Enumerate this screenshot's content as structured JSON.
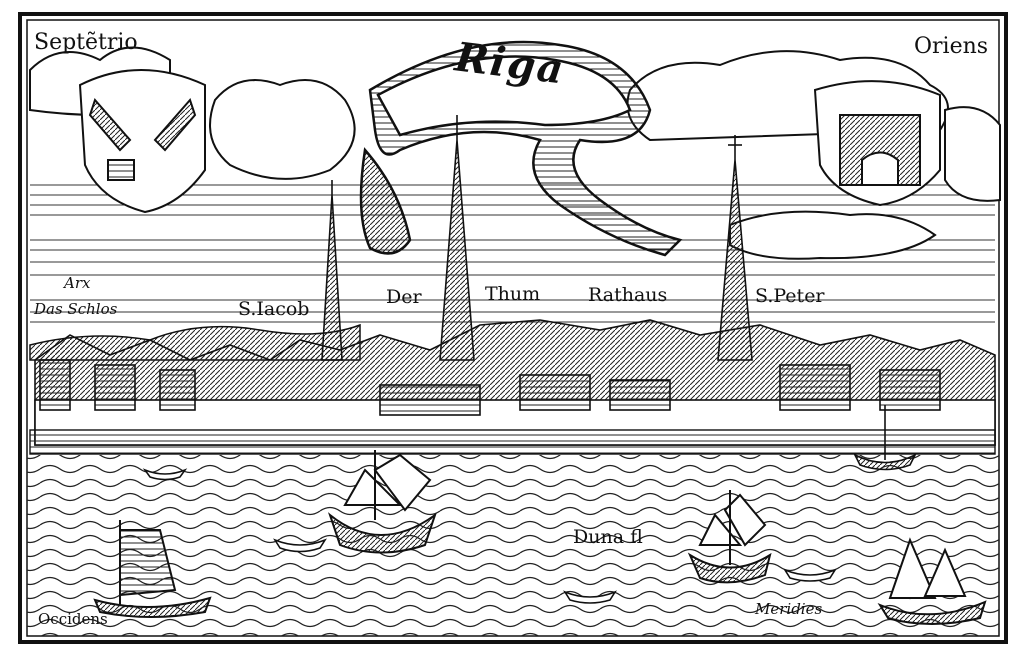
{
  "title": "Riga",
  "compass": {
    "north": "Septẽtrio",
    "east": "Oriens",
    "west": "Occidens",
    "south": "Meridies"
  },
  "labels": {
    "arx": "Arx",
    "schloss": "Das Schlos",
    "jacob": "S.Iacob",
    "der": "Der",
    "thum": "Thum",
    "rathaus": "Rathaus",
    "peter": "S.Peter",
    "river": "Duna fl"
  },
  "colors": {
    "ink": "#111111",
    "paper": "#ffffff"
  }
}
